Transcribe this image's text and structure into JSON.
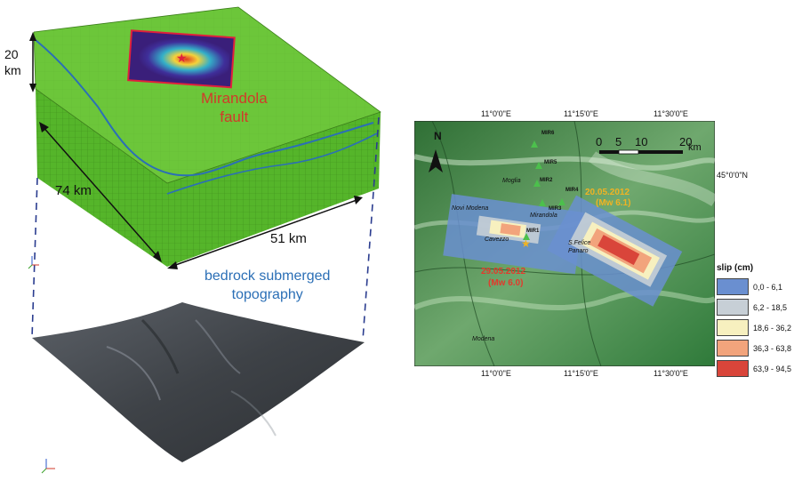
{
  "model3d": {
    "depth_label": "20\nkm",
    "length_label": "74 km",
    "width_label": "51 km",
    "fault_label": "Mirandola\nfault",
    "bedrock_label": "bedrock submerged\ntopography",
    "colors": {
      "block": "#5fbe2f",
      "fault_text": "#d13a2a",
      "bedrock_text": "#2b6fb6"
    }
  },
  "map": {
    "top_lon_ticks": [
      "11°0'0\"E",
      "11°15'0\"E",
      "11°30'0\"E"
    ],
    "bottom_lon_ticks": [
      "11°0'0\"E",
      "11°15'0\"E",
      "11°30'0\"E"
    ],
    "lat_tick": "45°0'0\"N",
    "scale_ticks": [
      "0",
      "5",
      "10",
      "20"
    ],
    "scale_unit": "km",
    "north": "N",
    "stations": [
      "MIR6",
      "MIR5",
      "MIR2",
      "MIR3",
      "MIR4",
      "MIR1"
    ],
    "places": [
      "Moglia",
      "Novi Modena",
      "Mirandola",
      "Cavezzo",
      "S.Felice\nPanaro",
      "Modena"
    ],
    "event_1": {
      "date": "29.05.2012",
      "mag": "(Mw 6.0)",
      "color": "#e23a2c"
    },
    "event_2": {
      "date": "20.05.2012",
      "mag": "(Mw 6.1)",
      "color": "#f0b323"
    }
  },
  "legend": {
    "title": "slip (cm)",
    "items": [
      {
        "label": "0,0 - 6,1",
        "color": "#6a8fd0"
      },
      {
        "label": "6,2 - 18,5",
        "color": "#c7cfd6"
      },
      {
        "label": "18,6 - 36,2",
        "color": "#f7f0bf"
      },
      {
        "label": "36,3 - 63,8",
        "color": "#f2a47c"
      },
      {
        "label": "63,9 - 94,5",
        "color": "#d9453a"
      }
    ]
  }
}
